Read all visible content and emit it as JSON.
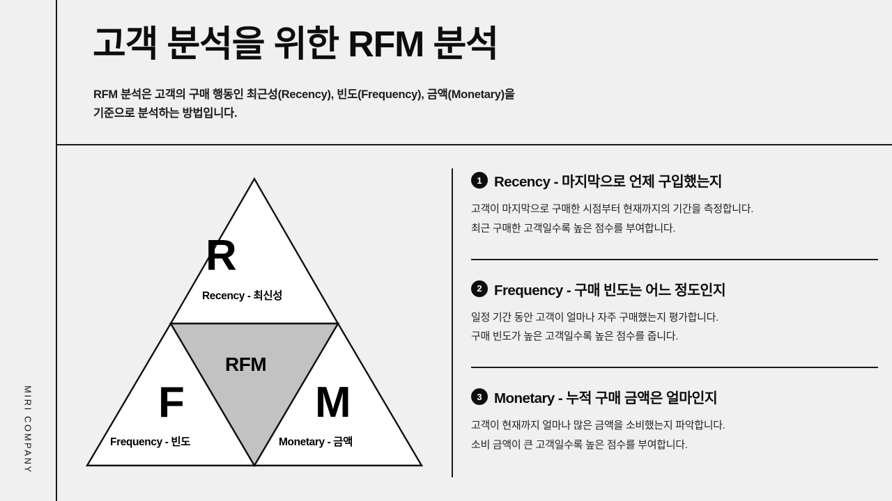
{
  "brand": {
    "name": "MIRI COMPANY"
  },
  "header": {
    "title": "고객 분석을 위한 RFM 분석",
    "subtitle": "RFM 분석은 고객의 구매 행동인 최근성(Recency), 빈도(Frequency), 금액(Monetary)을\n기준으로 분석하는 방법입니다."
  },
  "diagram": {
    "center_label": "RFM",
    "segments": [
      {
        "letter": "R",
        "label": "Recency -  최신성"
      },
      {
        "letter": "F",
        "label": "Frequency -  빈도"
      },
      {
        "letter": "M",
        "label": "Monetary -  금액"
      }
    ],
    "colors": {
      "outline": "#111111",
      "segment_fill": "#ffffff",
      "center_fill": "#c2c2c2",
      "background": "#f0f0f0"
    }
  },
  "items": [
    {
      "number": "1",
      "title": "Recency - 마지막으로 언제 구입했는지",
      "body": "고객이 마지막으로 구매한 시점부터 현재까지의 기간을 측정합니다.\n최근 구매한 고객일수록 높은 점수를 부여합니다."
    },
    {
      "number": "2",
      "title": "Frequency - 구매 빈도는 어느 정도인지",
      "body": "일정 기간 동안 고객이 얼마나 자주 구매했는지 평가합니다.\n구매 빈도가 높은 고객일수록 높은 점수를 줍니다."
    },
    {
      "number": "3",
      "title": "Monetary - 누적 구매 금액은 얼마인지",
      "body": "고객이 현재까지 얼마나 많은 금액을 소비했는지 파악합니다.\n소비 금액이 큰 고객일수록 높은 점수를 부여합니다."
    }
  ]
}
